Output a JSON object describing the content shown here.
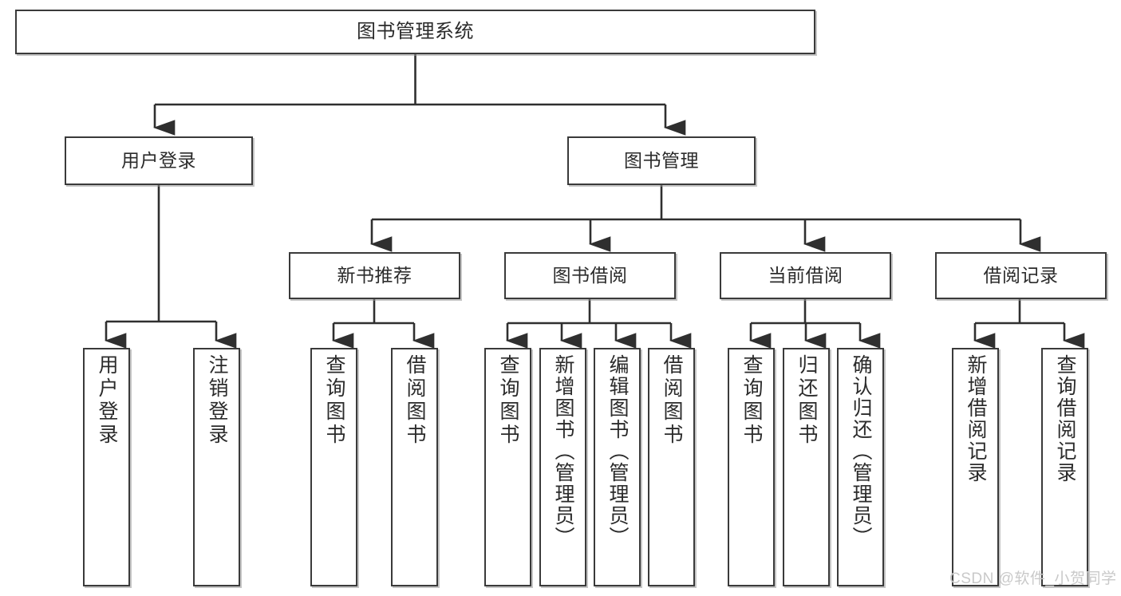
{
  "diagram": {
    "type": "tree",
    "title": "图书管理系统",
    "root": {
      "id": "root",
      "label": "图书管理系统"
    },
    "level2": [
      {
        "id": "user-login",
        "label": "用户登录"
      },
      {
        "id": "book-manage",
        "label": "图书管理"
      }
    ],
    "level3": [
      {
        "id": "new-book-rec",
        "label": "新书推荐"
      },
      {
        "id": "book-borrow",
        "label": "图书借阅"
      },
      {
        "id": "current-borrow",
        "label": "当前借阅"
      },
      {
        "id": "borrow-record",
        "label": "借阅记录"
      }
    ],
    "leaves": [
      {
        "id": "leaf-user-login",
        "label": "用户登录",
        "parent": "user-login"
      },
      {
        "id": "leaf-logout",
        "label": "注销登录",
        "parent": "user-login"
      },
      {
        "id": "leaf-query-book-1",
        "label": "查询图书",
        "parent": "new-book-rec"
      },
      {
        "id": "leaf-borrow-book-1",
        "label": "借阅图书",
        "parent": "new-book-rec"
      },
      {
        "id": "leaf-query-book-2",
        "label": "查询图书",
        "parent": "book-borrow"
      },
      {
        "id": "leaf-add-book",
        "label": "新增图书（管理员）",
        "parent": "book-borrow"
      },
      {
        "id": "leaf-edit-book",
        "label": "编辑图书（管理员）",
        "parent": "book-borrow"
      },
      {
        "id": "leaf-borrow-book-2",
        "label": "借阅图书",
        "parent": "book-borrow"
      },
      {
        "id": "leaf-query-book-3",
        "label": "查询图书",
        "parent": "current-borrow"
      },
      {
        "id": "leaf-return-book",
        "label": "归还图书",
        "parent": "current-borrow"
      },
      {
        "id": "leaf-confirm-return",
        "label": "确认归还（管理员）",
        "parent": "current-borrow"
      },
      {
        "id": "leaf-add-record",
        "label": "新增借阅记录",
        "parent": "borrow-record"
      },
      {
        "id": "leaf-query-record",
        "label": "查询借阅记录",
        "parent": "borrow-record"
      }
    ]
  },
  "watermark": {
    "text": "CSDN @软件_小贺同学"
  },
  "colors": {
    "border": "#3a3a3a",
    "text": "#2b2b2b",
    "background": "#ffffff",
    "watermark": "#c9c9c9"
  }
}
